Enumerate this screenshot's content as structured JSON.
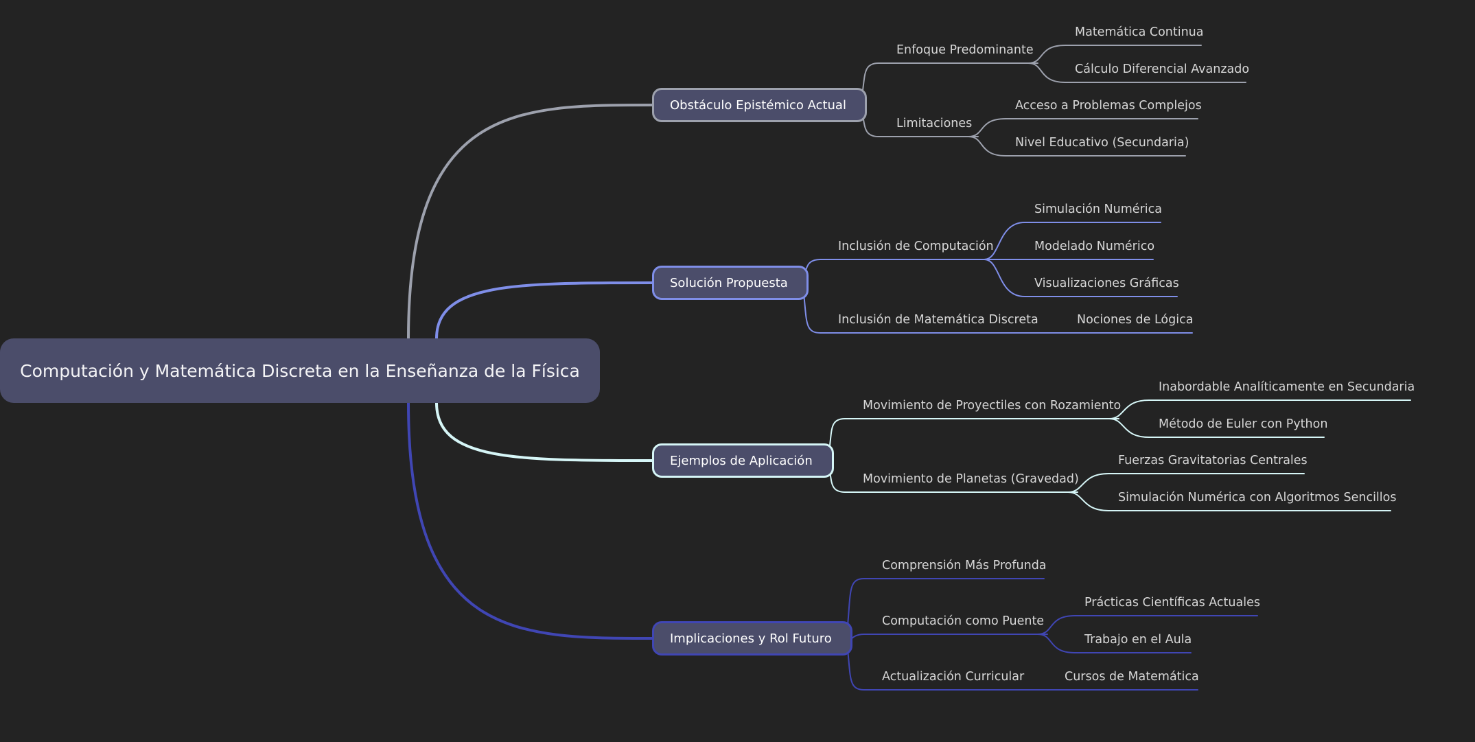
{
  "root": {
    "label": "Computación y Matemática Discreta en la Enseñanza de la Física"
  },
  "branches": [
    {
      "label": "Obstáculo Epistémico Actual",
      "color": "#9da1ad",
      "children": [
        {
          "label": "Enfoque Predominante",
          "children": [
            {
              "label": "Matemática Continua"
            },
            {
              "label": "Cálculo Diferencial Avanzado"
            }
          ]
        },
        {
          "label": "Limitaciones",
          "children": [
            {
              "label": "Acceso a Problemas Complejos"
            },
            {
              "label": "Nivel Educativo (Secundaria)"
            }
          ]
        }
      ]
    },
    {
      "label": "Solución Propuesta",
      "color": "#7f8ee8",
      "children": [
        {
          "label": "Inclusión de Computación",
          "children": [
            {
              "label": "Simulación Numérica"
            },
            {
              "label": "Modelado Numérico"
            },
            {
              "label": "Visualizaciones Gráficas"
            }
          ]
        },
        {
          "label": "Inclusión de Matemática Discreta",
          "children": [
            {
              "label": "Nociones de Lógica"
            }
          ]
        }
      ]
    },
    {
      "label": "Ejemplos de Aplicación",
      "color": "#d6f6f7",
      "children": [
        {
          "label": "Movimiento de Proyectiles con Rozamiento",
          "children": [
            {
              "label": "Inabordable Analíticamente en Secundaria"
            },
            {
              "label": "Método de Euler con Python"
            }
          ]
        },
        {
          "label": "Movimiento de Planetas (Gravedad)",
          "children": [
            {
              "label": "Fuerzas Gravitatorias Centrales"
            },
            {
              "label": "Simulación Numérica con Algoritmos Sencillos"
            }
          ]
        }
      ]
    },
    {
      "label": "Implicaciones y Rol Futuro",
      "color": "#4046b4",
      "children": [
        {
          "label": "Comprensión Más Profunda",
          "children": []
        },
        {
          "label": "Computación como Puente",
          "children": [
            {
              "label": "Prácticas Científicas Actuales"
            },
            {
              "label": "Trabajo en el Aula"
            }
          ]
        },
        {
          "label": "Actualización Curricular",
          "children": [
            {
              "label": "Cursos de Matemática"
            }
          ]
        }
      ]
    }
  ]
}
